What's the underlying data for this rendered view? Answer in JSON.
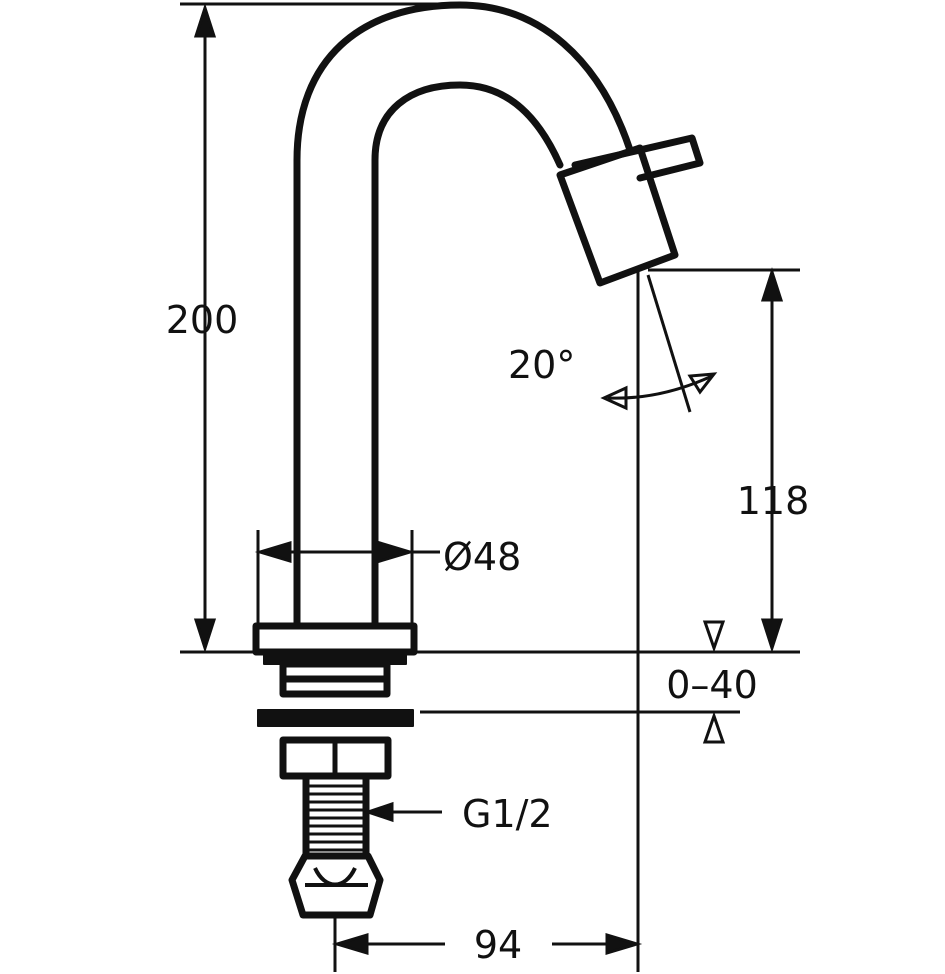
{
  "dimensions": {
    "total_height": "200",
    "spout_height": "118",
    "base_diameter": "Ø48",
    "swivel_angle": "20°",
    "mount_thickness": "0–40",
    "thread": "G1/2",
    "reach": "94"
  },
  "colors": {
    "ink": "#111111",
    "paper": "#ffffff"
  }
}
